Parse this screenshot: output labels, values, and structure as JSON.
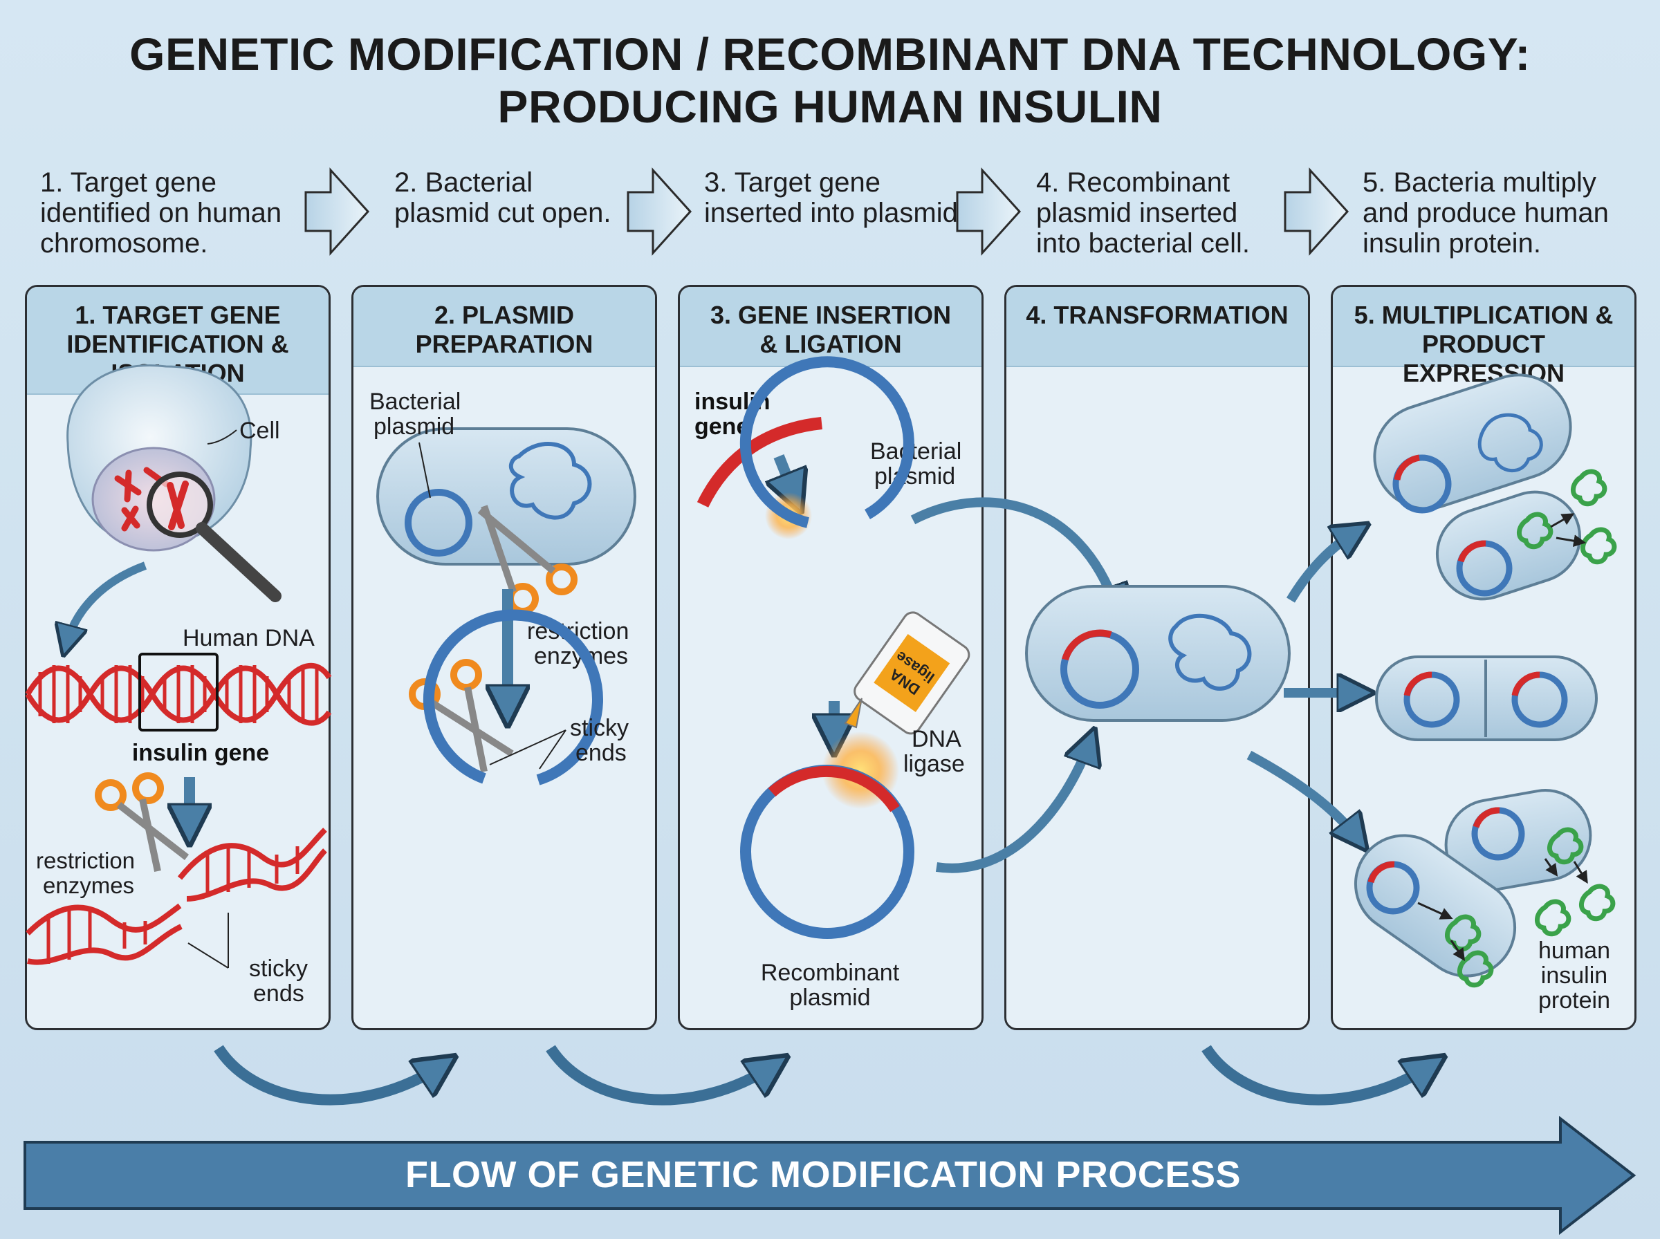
{
  "title": {
    "line1": "GENETIC MODIFICATION / RECOMBINANT DNA TECHNOLOGY:",
    "line2": "PRODUCING HUMAN INSULIN"
  },
  "steps": [
    {
      "caption_line1": "1. Target gene",
      "caption_line2": "identified on human",
      "caption_line3": "chromosome."
    },
    {
      "caption_line1": "2. Bacterial",
      "caption_line2": "plasmid cut open.",
      "caption_line3": ""
    },
    {
      "caption_line1": "3. Target gene",
      "caption_line2": "inserted into plasmid.",
      "caption_line3": ""
    },
    {
      "caption_line1": "4. Recombinant",
      "caption_line2": "plasmid inserted",
      "caption_line3": "into bacterial cell."
    },
    {
      "caption_line1": "5. Bacteria multiply",
      "caption_line2": "and produce human",
      "caption_line3": "insulin protein."
    }
  ],
  "panels": [
    {
      "heading_line1": "1. TARGET GENE",
      "heading_line2": "IDENTIFICATION &",
      "heading_line3": "ISOLATION"
    },
    {
      "heading_line1": "2. PLASMID",
      "heading_line2": "PREPARATION",
      "heading_line3": ""
    },
    {
      "heading_line1": "3. GENE INSERTION",
      "heading_line2": "& LIGATION",
      "heading_line3": ""
    },
    {
      "heading_line1": "4. TRANSFORMATION",
      "heading_line2": "",
      "heading_line3": ""
    },
    {
      "heading_line1": "5. MULTIPLICATION &",
      "heading_line2": "PRODUCT EXPRESSION",
      "heading_line3": ""
    }
  ],
  "labels": {
    "cell": "Cell",
    "human_dna": "Human DNA",
    "insulin_gene": "insulin gene",
    "restriction_1": "restriction",
    "restriction_2": "enzymes",
    "sticky_1": "sticky",
    "sticky_2": "ends",
    "bacterial_1": "Bacterial",
    "plasmid": "plasmid",
    "insulin_word": "insulin",
    "gene_word": "gene",
    "dna_ligase_1": "DNA",
    "dna_ligase_2": "ligase",
    "bottle_1": "DNA",
    "bottle_2": "ligase",
    "recombinant_1": "Recombinant",
    "human_1": "human",
    "human_2": "insulin",
    "human_3": "protein"
  },
  "flow_label": "FLOW OF GENETIC MODIFICATION PROCESS",
  "colors": {
    "background": "#d3e5f1",
    "panel_header": "#b9d6e7",
    "dna_red": "#d42a2a",
    "plasmid_blue": "#3f77b8",
    "arrow_blue": "#4a7fa6",
    "insulin_green": "#3aa24a",
    "scissors_orange": "#f08a1e"
  }
}
